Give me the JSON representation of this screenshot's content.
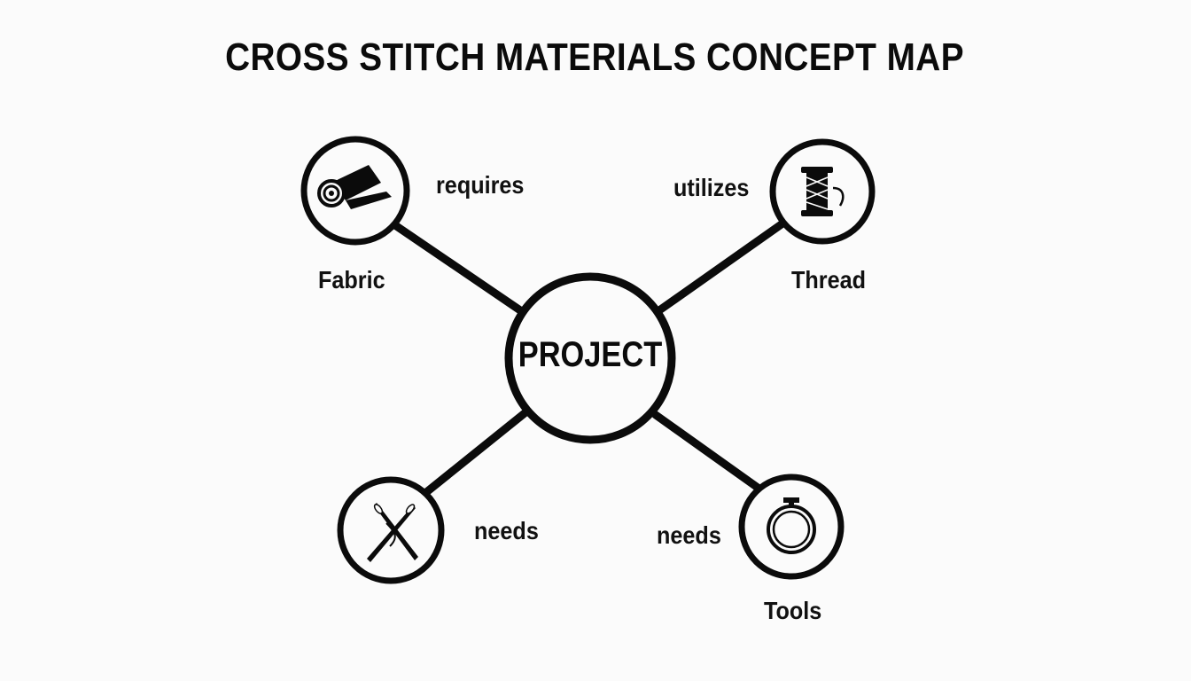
{
  "title": "CROSS STITCH MATERIALS CONCEPT MAP",
  "center": {
    "label": "PROJECT"
  },
  "nodes": [
    {
      "id": "fabric",
      "label": "Fabric",
      "relation": "requires",
      "icon": "fabric-roll-icon"
    },
    {
      "id": "thread",
      "label": "Thread",
      "relation": "utilizes",
      "icon": "thread-spool-icon"
    },
    {
      "id": "needles",
      "label": "",
      "relation": "needs",
      "icon": "needles-icon"
    },
    {
      "id": "tools",
      "label": "Tools",
      "relation": "needs",
      "icon": "embroidery-hoop-icon"
    }
  ],
  "colors": {
    "background": "#fbfbfb",
    "ink": "#0b0b0b"
  }
}
